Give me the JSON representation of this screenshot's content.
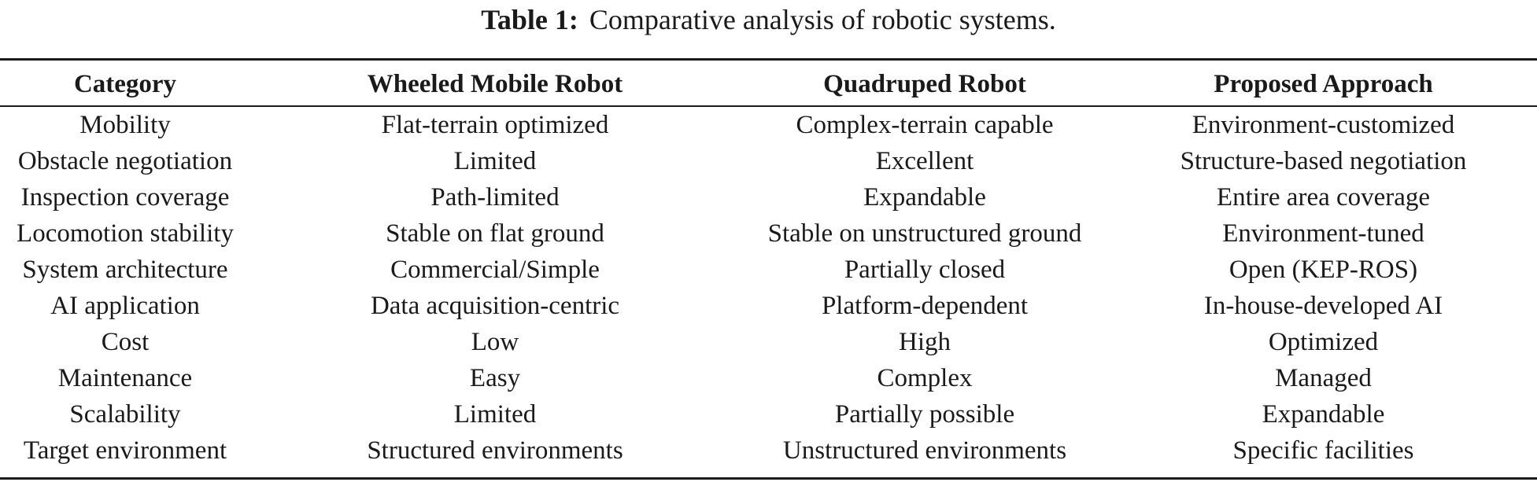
{
  "caption": {
    "label": "Table 1:",
    "text": "Comparative analysis of robotic systems."
  },
  "table": {
    "headers": [
      "Category",
      "Wheeled Mobile Robot",
      "Quadruped Robot",
      "Proposed Approach"
    ],
    "rows": [
      [
        "Mobility",
        "Flat-terrain optimized",
        "Complex-terrain capable",
        "Environment-customized"
      ],
      [
        "Obstacle negotiation",
        "Limited",
        "Excellent",
        "Structure-based negotiation"
      ],
      [
        "Inspection coverage",
        "Path-limited",
        "Expandable",
        "Entire area coverage"
      ],
      [
        "Locomotion stability",
        "Stable on flat ground",
        "Stable on unstructured ground",
        "Environment-tuned"
      ],
      [
        "System architecture",
        "Commercial/Simple",
        "Partially closed",
        "Open (KEP-ROS)"
      ],
      [
        "AI application",
        "Data acquisition-centric",
        "Platform-dependent",
        "In-house-developed AI"
      ],
      [
        "Cost",
        "Low",
        "High",
        "Optimized"
      ],
      [
        "Maintenance",
        "Easy",
        "Complex",
        "Managed"
      ],
      [
        "Scalability",
        "Limited",
        "Partially possible",
        "Expandable"
      ],
      [
        "Target environment",
        "Structured environments",
        "Unstructured environments",
        "Specific facilities"
      ]
    ]
  }
}
